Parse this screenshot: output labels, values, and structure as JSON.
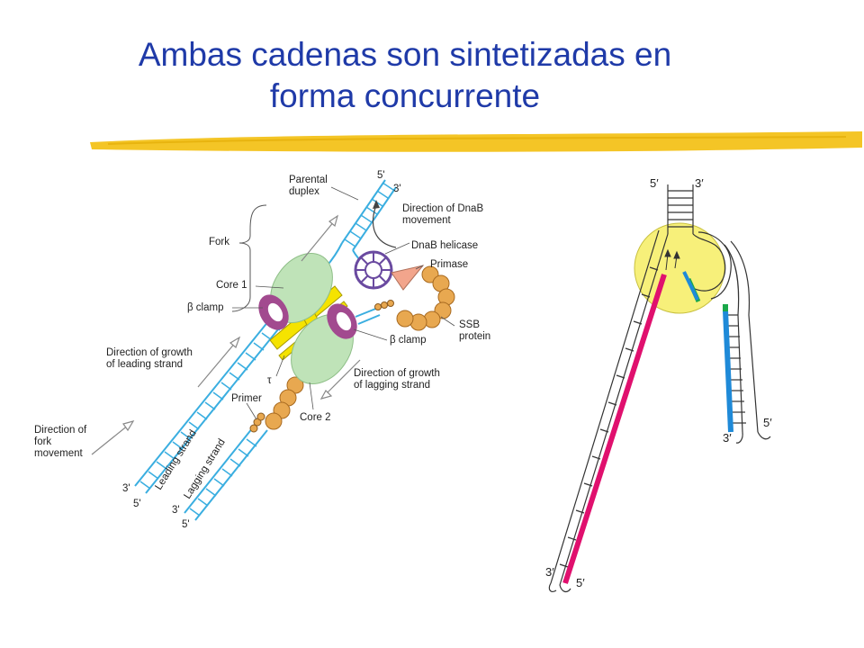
{
  "slide": {
    "title_line1": "Ambas cadenas son sintetizadas en",
    "title_line2": "forma concurrente",
    "accent_color": "#1f3aa8",
    "highlight_color": "#f3c21a"
  },
  "left_diagram": {
    "labels": {
      "parental_duplex_1": "Parental",
      "parental_duplex_2": "duplex",
      "five_prime_top": "5'",
      "three_prime_top": "3'",
      "dnab_dir_1": "Direction of DnaB",
      "dnab_dir_2": "movement",
      "dnab_helicase": "DnaB helicase",
      "primase": "Primase",
      "fork": "Fork",
      "core1": "Core 1",
      "beta_clamp_1": "β clamp",
      "beta_clamp_2": "β clamp",
      "ssb_1": "SSB",
      "ssb_2": "protein",
      "leading_growth_1": "Direction of growth",
      "leading_growth_2": "of leading strand",
      "tau": "τ",
      "lagging_growth_1": "Direction of growth",
      "lagging_growth_2": "of lagging strand",
      "primer": "Primer",
      "core2": "Core 2",
      "fork_move_1": "Direction of",
      "fork_move_2": "fork",
      "fork_move_3": "movement",
      "leading_strand": "Leading strand",
      "lagging_strand": "Lagging strand",
      "three_prime_a": "3'",
      "five_prime_a": "5'",
      "three_prime_b": "3'",
      "five_prime_b": "5'"
    },
    "colors": {
      "dna": "#3aaee0",
      "core": "#bfe3b8",
      "clamp": "#a24a8f",
      "tau": "#f5e300",
      "ssb": "#e8a850",
      "primase": "#f2a58c"
    }
  },
  "right_diagram": {
    "labels": {
      "five_top": "5′",
      "three_top": "3′",
      "five_right": "5′",
      "three_right": "3′",
      "three_bottom": "3′",
      "five_bottom": "5′"
    },
    "colors": {
      "leading": "#e0106e",
      "lagging": "#1f8ad8",
      "primer": "#1aa84a",
      "replisome": "#f7f07a"
    }
  }
}
